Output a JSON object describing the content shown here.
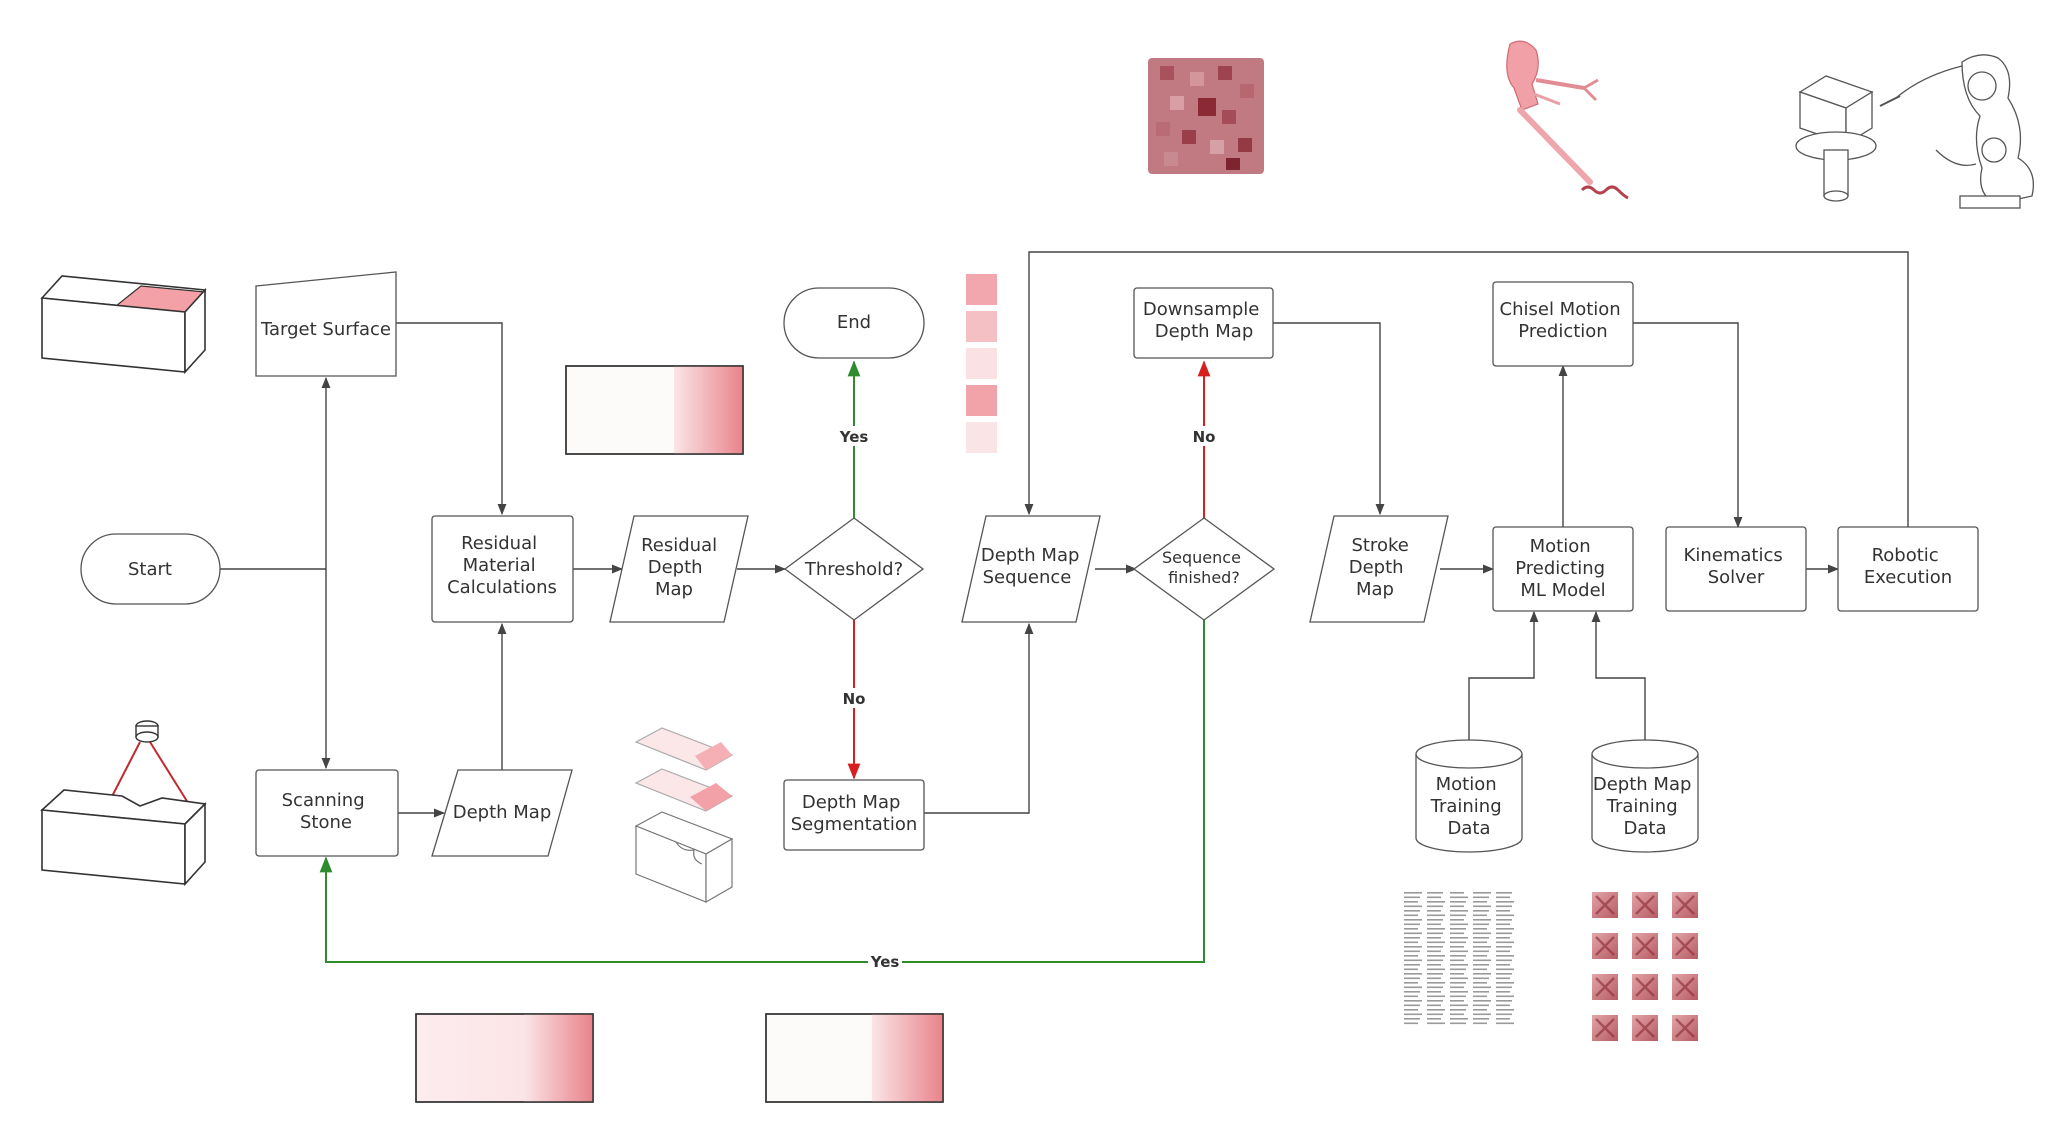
{
  "colors": {
    "stroke": "#555555",
    "text": "#333333",
    "yes": "#2e8b2e",
    "no": "#d62020",
    "accent_pink": "#e8838a",
    "dark_red": "#8b2a35"
  },
  "nodes": {
    "start": "Start",
    "target_surface": "Target Surface",
    "scanning_stone": [
      "Scanning",
      "Stone"
    ],
    "depth_map": "Depth Map",
    "residual_material": [
      "Residual",
      "Material",
      "Calculations"
    ],
    "residual_depth_map": [
      "Residual",
      "Depth",
      "Map"
    ],
    "threshold": "Threshold?",
    "end": "End",
    "depth_map_segmentation": [
      "Depth Map",
      "Segmentation"
    ],
    "depth_map_sequence": [
      "Depth Map",
      "Sequence"
    ],
    "sequence_finished": [
      "Sequence",
      "finished?"
    ],
    "downsample_depth_map": [
      "Downsample",
      "Depth Map"
    ],
    "stroke_depth_map": [
      "Stroke",
      "Depth",
      "Map"
    ],
    "motion_model": [
      "Motion",
      "Predicting",
      "ML Model"
    ],
    "chisel_motion": [
      "Chisel Motion",
      "Prediction"
    ],
    "kinematics_solver": [
      "Kinematics",
      "Solver"
    ],
    "robotic_execution": [
      "Robotic",
      "Execution"
    ],
    "motion_training_data": [
      "Motion",
      "Training",
      "Data"
    ],
    "depth_training_data": [
      "Depth Map",
      "Training",
      "Data"
    ]
  },
  "edge_labels": {
    "threshold_yes": "Yes",
    "threshold_no": "No",
    "sequence_no": "No",
    "sequence_yes": "Yes"
  },
  "icons": [
    "target-surface-block-icon",
    "scanner-block-icon",
    "layered-segments-icon",
    "pixel-depth-map-icon",
    "chisel-tool-icon",
    "robot-arm-icon",
    "numeric-data-table-icon",
    "depth-tiles-grid-icon"
  ]
}
